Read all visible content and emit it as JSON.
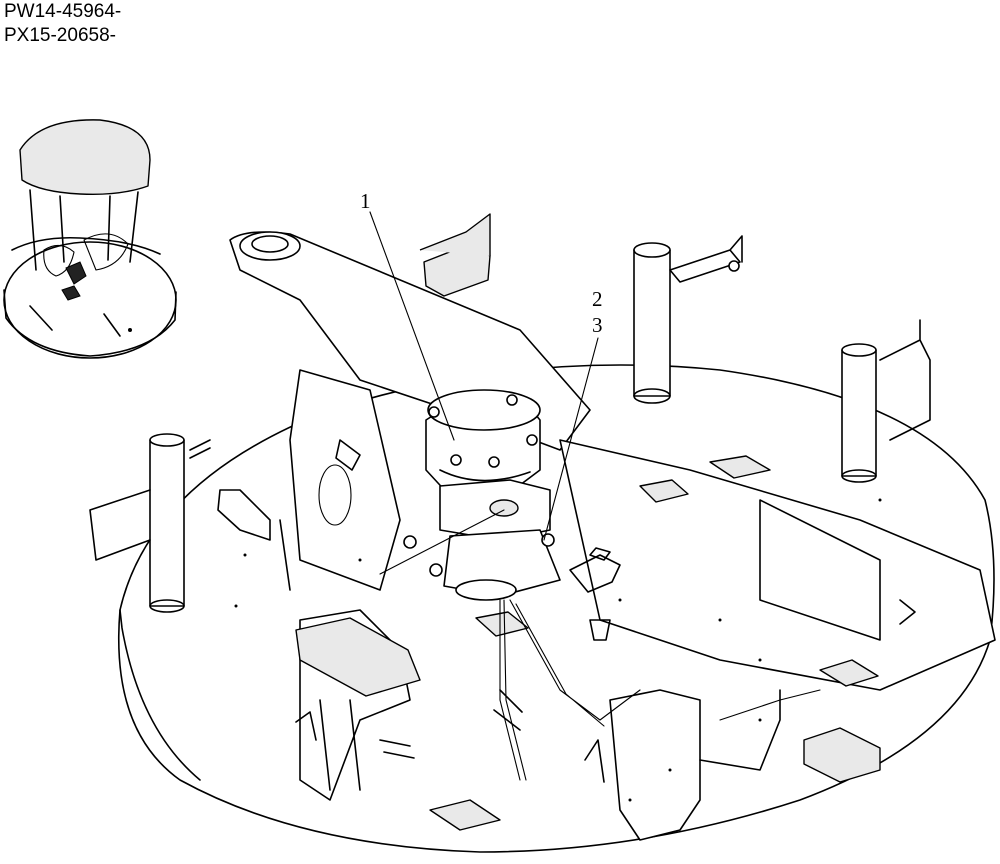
{
  "header": {
    "serial_ranges": [
      "PW14-45964-",
      "PX15-20658-"
    ]
  },
  "callouts": [
    {
      "label": "1"
    },
    {
      "label": "2"
    },
    {
      "label": "3"
    }
  ],
  "colors": {
    "line": "#000000",
    "background": "#ffffff"
  }
}
